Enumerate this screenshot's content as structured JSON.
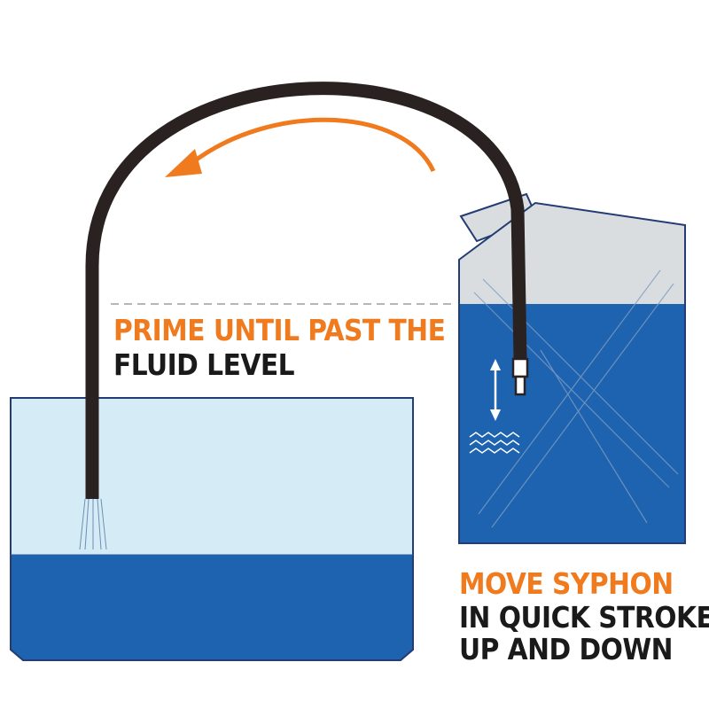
{
  "colors": {
    "accent_orange": "#f07a1e",
    "text_dark": "#1a1a1a",
    "fluid_dark_blue": "#1e63b0",
    "fluid_light_blue": "#d5ebf6",
    "hose": "#2a2221",
    "canister_grey": "#dadde0",
    "outline_navy": "#233c74"
  },
  "labels": {
    "prime": {
      "line1": "PRIME UNTIL PAST THE",
      "line2": "FLUID LEVEL"
    },
    "move": {
      "line1": "MOVE SYPHON",
      "line2": "IN QUICK STROKES",
      "line3": "UP AND DOWN"
    }
  },
  "icons": {
    "flow_arrow": "curved-arrow-left-icon",
    "stroke_arrow": "double-arrow-vertical-icon",
    "agitation": "wave-lines-icon"
  }
}
